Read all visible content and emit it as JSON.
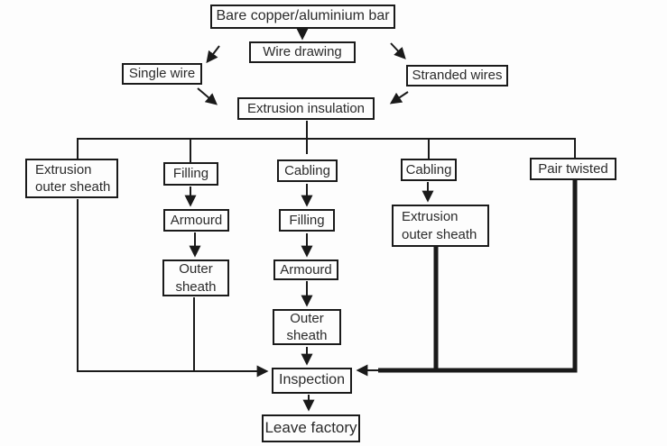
{
  "diagram": {
    "colors": {
      "line": "#1a1a1a",
      "box_border": "#1a1a1a",
      "background": "#fdfdfd",
      "text": "#2b2b2b"
    },
    "nodes": {
      "bare_bar": "Bare copper/aluminium bar",
      "wire_drawing": "Wire drawing",
      "single_wire": "Single wire",
      "stranded_wires": "Stranded wires",
      "extrusion_insulation": "Extrusion insulation",
      "extrusion_outer_sheath_left": "Extrusion outer sheath",
      "filling_left": "Filling",
      "armourd_left": "Armourd",
      "outer_sheath_left": "Outer sheath",
      "cabling_center": "Cabling",
      "filling_center": "Filling",
      "armourd_center": "Armourd",
      "outer_sheath_center": "Outer sheath",
      "cabling_right": "Cabling",
      "extrusion_outer_sheath_right": "Extrusion outer sheath",
      "pair_twisted": "Pair twisted",
      "inspection": "Inspection",
      "leave_factory": "Leave factory"
    }
  }
}
